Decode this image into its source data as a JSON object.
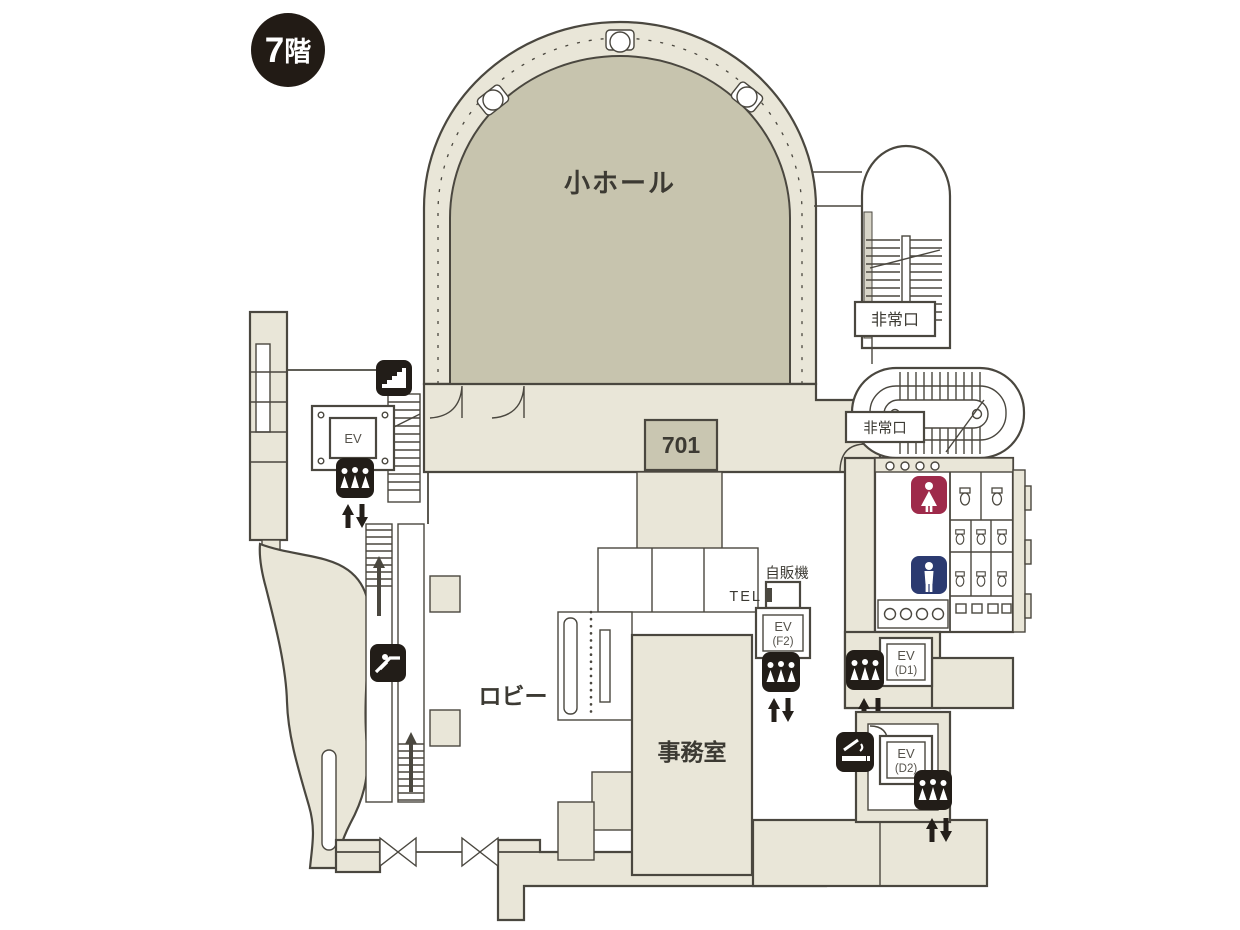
{
  "floor_badge": {
    "number": "7",
    "suffix": "階"
  },
  "rooms": {
    "small_hall": "小ホール",
    "room_701": "701",
    "lobby": "ロビー",
    "office": "事務室"
  },
  "signs": {
    "emergency_exit": "非常口",
    "vending_machine": "自販機",
    "telephone": "TEL",
    "elevator": "EV",
    "ev_f2": "(F2)",
    "ev_d1": "(D1)",
    "ev_d2": "(D2)"
  },
  "icons": {
    "stairs-icon": "staircase pictogram (black square)",
    "elevator-icon": "elevator passengers pictogram (black square, appears 4 times)",
    "escalator-icon": "escalator pictogram (black square)",
    "womens-restroom-icon": "woman pictogram (crimson square)",
    "mens-restroom-icon": "man pictogram (navy square)",
    "smoking-icon": "cigarette pictogram (black square)",
    "up-down-arrows": "⇅"
  },
  "colors": {
    "wall": "#4a473f",
    "corridor_fill": "#e9e6d8",
    "hall_fill": "#c7c4ae",
    "icon_black": "#221d18",
    "womens_restroom": "#9e2a4a",
    "mens_restroom": "#2b3a70",
    "badge_bg": "#221b15",
    "label_text": "#3c3a33"
  }
}
